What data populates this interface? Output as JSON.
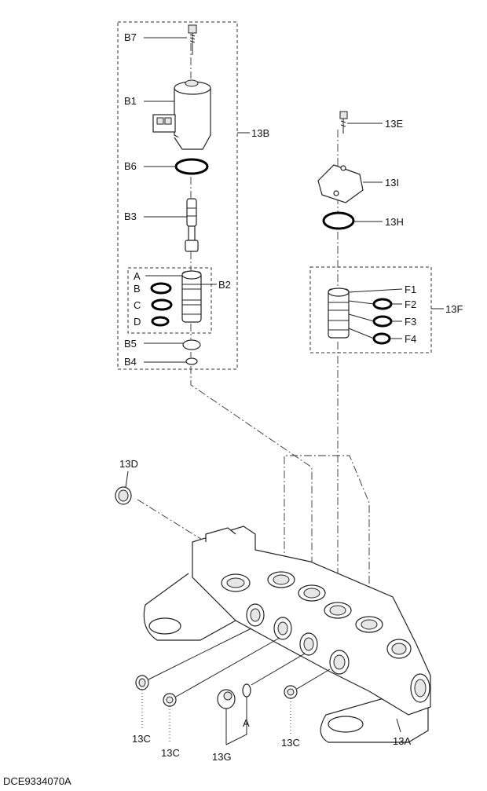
{
  "labels": {
    "b7": "B7",
    "b1": "B1",
    "b6": "B6",
    "b3": "B3",
    "b2": "B2",
    "a": "A",
    "b": "B",
    "c": "C",
    "d": "D",
    "b5": "B5",
    "b4": "B4",
    "l13b": "13B",
    "l13e": "13E",
    "l13i": "13I",
    "l13h": "13H",
    "l13f": "13F",
    "f1": "F1",
    "f2": "F2",
    "f3": "F3",
    "f4": "F4",
    "l13d": "13D",
    "l13c1": "13C",
    "l13c2": "13C",
    "l13c3": "13C",
    "l13g": "13G",
    "a2": "A",
    "l13a": "13A"
  },
  "figure_code": "DCE9334070A"
}
